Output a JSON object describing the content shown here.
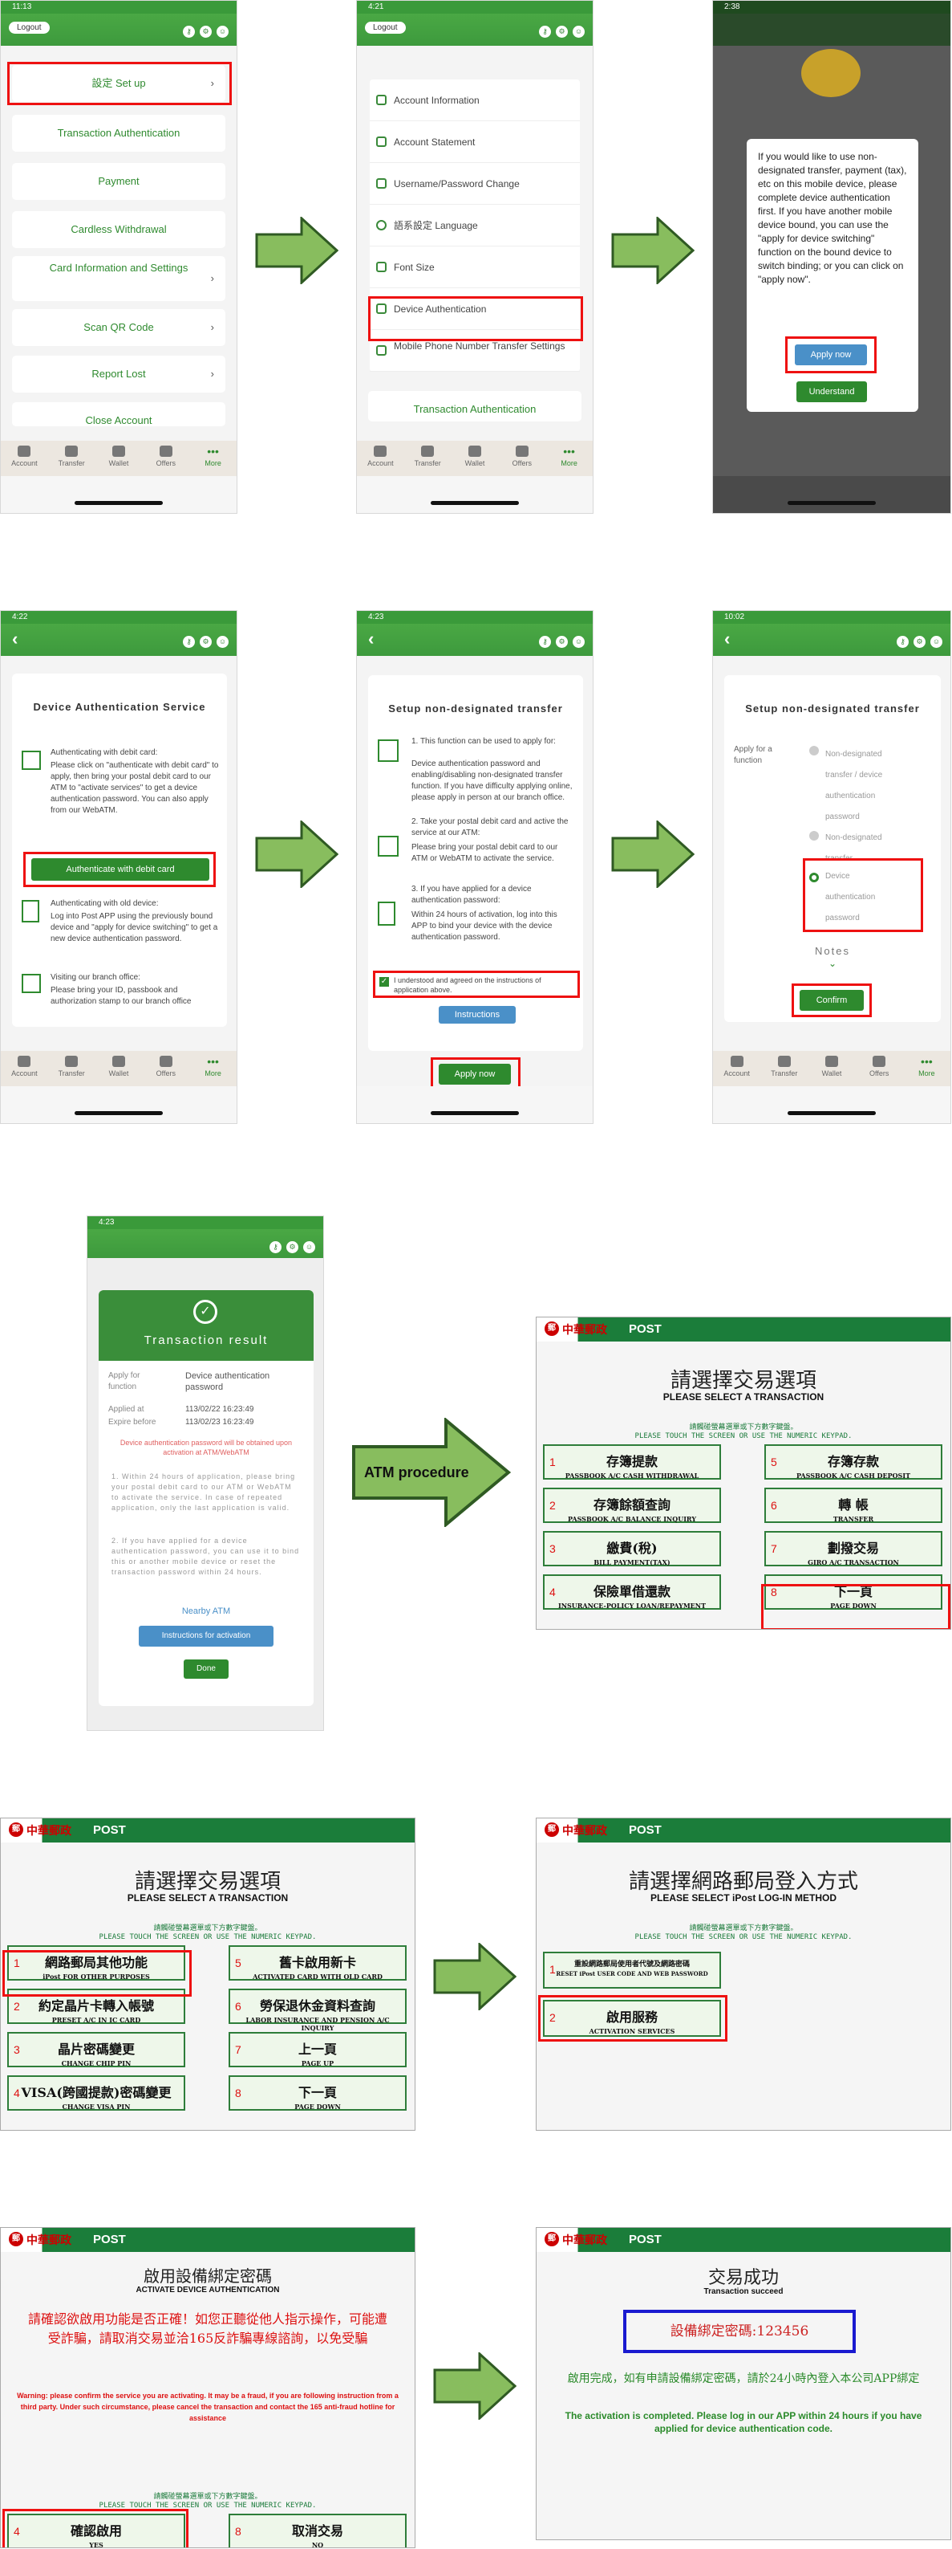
{
  "s1": {
    "time": "11:13",
    "logout": "Logout",
    "items": [
      "設定 Set up",
      "Transaction Authentication",
      "Payment",
      "Cardless Withdrawal",
      "Card Information and Settings",
      "Scan QR Code",
      "Report Lost",
      "Close Account"
    ]
  },
  "tabs": [
    "Account",
    "Transfer",
    "Wallet",
    "Offers",
    "More"
  ],
  "s2": {
    "time": "4:21",
    "logout": "Logout",
    "items": [
      "Account Information",
      "Account Statement",
      "Username/Password Change",
      "語系設定 Language",
      "Font Size",
      "Device Authentication",
      "Mobile Phone Number Transfer Settings",
      "Transaction Authentication"
    ]
  },
  "s3": {
    "time": "2:38",
    "popup": "If you would like to use non-designated transfer, payment (tax), etc on this mobile device, please complete device authentication first. If you have another mobile device bound, you can use the \"apply for device switching\" function on the bound device to switch binding; or you can click on \"apply now\".",
    "apply": "Apply now",
    "understand": "Understand"
  },
  "s4": {
    "time": "4:22",
    "title": "Device Authentication Service",
    "sec1_head": "Authenticating with debit card:",
    "sec1_body": "Please click on \"authenticate with debit card\" to apply, then bring your postal debit card to our ATM to \"activate services\" to get a device authentication password. You can also apply from our WebATM.",
    "btn": "Authenticate with debit card",
    "sec2_head": "Authenticating with old device:",
    "sec2_body": "Log into Post APP using the previously bound device and \"apply for device switching\" to get a new device authentication password.",
    "sec3_head": "Visiting our branch office:",
    "sec3_body": "Please bring your ID, passbook and authorization stamp to our branch office"
  },
  "s5": {
    "time": "4:23",
    "title": "Setup non-designated transfer",
    "p1": "1. This function can be used to apply for:",
    "p1b": "Device authentication password and enabling/disabling non-designated transfer function. If you have difficulty applying online, please apply in person at our branch office.",
    "p2": "2. Take your postal debit card and active the service at our ATM:",
    "p2b": "Please bring your postal debit card to our ATM or WebATM to activate the service.",
    "p3": "3. If you have applied for a device authentication password:",
    "p3b": "Within 24 hours of activation, log into this APP to bind your device with the device authentication password.",
    "agree": "I understood and agreed on the instructions of application above.",
    "instructions": "Instructions",
    "apply": "Apply now"
  },
  "s6": {
    "time": "10:02",
    "title": "Setup non-designated transfer",
    "label": "Apply for a function",
    "opt1": "Non-designated transfer / device authentication password",
    "opt2": "Non-designated transfer",
    "opt3": "Device authentication password",
    "notes": "Notes",
    "confirm": "Confirm"
  },
  "s7": {
    "time": "4:23",
    "title": "Transaction result",
    "k1": "Apply for function",
    "v1": "Device authentication password",
    "k2": "Applied at",
    "v2": "113/02/22 16:23:49",
    "k3": "Expire before",
    "v3": "113/02/23 16:23:49",
    "warn": "Device authentication password will be obtained upon activation at ATM/WebATM",
    "n1": "1. Within 24 hours of application, please bring your postal debit card to our ATM or WebATM to activate the service. In case of repeated application, only the last application is valid.",
    "n2": "2. If you have applied for a device authentication password, you can use it to bind this or another mobile device or reset the transaction password within 24 hours.",
    "atm": "Nearby ATM",
    "instr": "Instructions for activation",
    "done": "Done"
  },
  "atm_label": "ATM procedure",
  "atm": {
    "logo": "中華郵政",
    "post": "POST",
    "sel_zh": "請選擇交易選項",
    "sel_en": "PLEASE SELECT A TRANSACTION",
    "touch_zh": "請觸碰螢幕選單或下方數字鍵盤。",
    "touch_en": "PLEASE TOUCH THE SCREEN OR USE THE NUMERIC KEYPAD."
  },
  "a1": [
    [
      "1",
      "存簿提款",
      "PASSBOOK A/C CASH WITHDRAWAL"
    ],
    [
      "2",
      "存簿餘額查詢",
      "PASSBOOK A/C BALANCE INQUIRY"
    ],
    [
      "3",
      "繳費(稅)",
      "BILL PAYMENT(TAX)"
    ],
    [
      "4",
      "保險單借還款",
      "INSURANCE-POLICY LOAN/REPAYMENT"
    ],
    [
      "5",
      "存簿存款",
      "PASSBOOK A/C CASH DEPOSIT"
    ],
    [
      "6",
      "轉 帳",
      "TRANSFER"
    ],
    [
      "7",
      "劃撥交易",
      "GIRO A/C TRANSACTION"
    ],
    [
      "8",
      "下一頁",
      "PAGE DOWN"
    ]
  ],
  "a2": [
    [
      "1",
      "網路郵局其他功能",
      "iPost FOR OTHER PURPOSES"
    ],
    [
      "2",
      "約定晶片卡轉入帳號",
      "PRESET A/C IN IC CARD"
    ],
    [
      "3",
      "晶片密碼變更",
      "CHANGE CHIP PIN"
    ],
    [
      "4",
      "VISA(跨國提款)密碼變更",
      "CHANGE VISA PIN"
    ],
    [
      "5",
      "舊卡啟用新卡",
      "ACTIVATED CARD WITH OLD CARD"
    ],
    [
      "6",
      "勞保退休金資料查詢",
      "LABOR INSURANCE AND PENSION A/C INQUIRY"
    ],
    [
      "7",
      "上一頁",
      "PAGE UP"
    ],
    [
      "8",
      "下一頁",
      "PAGE DOWN"
    ]
  ],
  "a3": {
    "t_zh": "請選擇網路郵局登入方式",
    "t_en": "PLEASE SELECT iPost LOG-IN METHOD",
    "b1_zh": "重設網路郵局使用者代號及網路密碼",
    "b1_en": "RESET iPost USER CODE AND WEB PASSWORD",
    "b2_zh": "啟用服務",
    "b2_en": "ACTIVATION SERVICES"
  },
  "a4": {
    "t_zh": "啟用設備綁定密碼",
    "t_en": "ACTIVATE DEVICE AUTHENTICATION",
    "warn_zh": "請確認欲啟用功能是否正確！如您正聽從他人指示操作，可能遭受詐騙，請取消交易並洽165反詐騙專線諮詢，以免受騙",
    "warn_en": "Warning: please confirm the service you are activating. It may be a fraud, if you are following instruction from a third party. Under such circumstance, please cancel the transaction and contact the 165 anti-fraud hotline for assistance",
    "yes_zh": "確認啟用",
    "yes_en": "YES",
    "no_zh": "取消交易",
    "no_en": "NO"
  },
  "a5": {
    "t_zh": "交易成功",
    "t_en": "Transaction succeed",
    "pw": "設備綁定密碼:123456",
    "msg_zh": "啟用完成，如有申請設備綁定密碼，請於24小時內登入本公司APP綁定",
    "msg_en": "The activation is completed. Please log in our APP within 24 hours if you have applied for device authentication code."
  }
}
